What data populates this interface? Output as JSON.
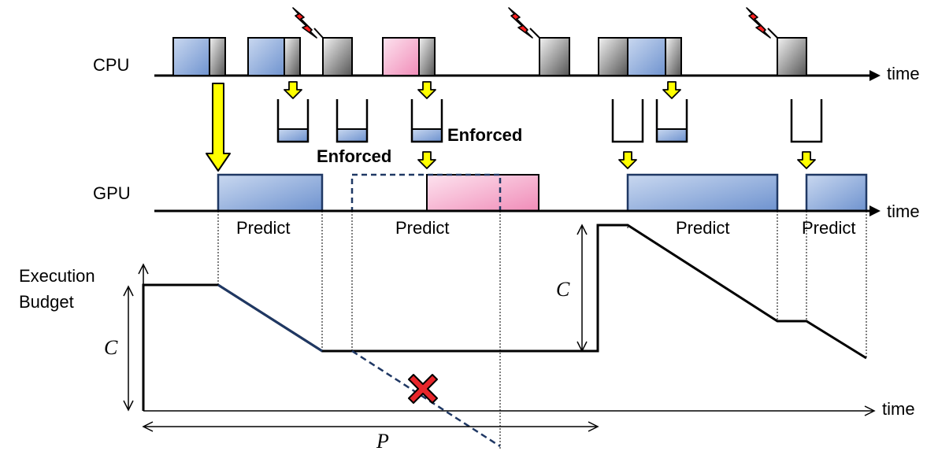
{
  "colors": {
    "blue": "#8aa8d8",
    "pink": "#f7b6d2",
    "gray": "#9a9a9a",
    "yellow": "#ffff00",
    "dashed_blue": "#1f3864",
    "cross": "#e8262b"
  },
  "rows": {
    "cpu": "CPU",
    "gpu": "GPU",
    "budget_line1": "Execution",
    "budget_line2": "Budget"
  },
  "axes": {
    "time_cpu": "time",
    "time_gpu": "time",
    "time_budget": "time"
  },
  "labels": {
    "predict_1": "Predict",
    "predict_2": "Predict",
    "predict_3": "Predict",
    "predict_4": "Predict",
    "enforced_1": "Enforced",
    "enforced_2": "Enforced",
    "budget_c_left": "C",
    "budget_c_right": "C",
    "period": "P"
  },
  "icons": [
    "lightning-icon",
    "down-arrow-icon",
    "queue-icon",
    "cross-icon"
  ]
}
